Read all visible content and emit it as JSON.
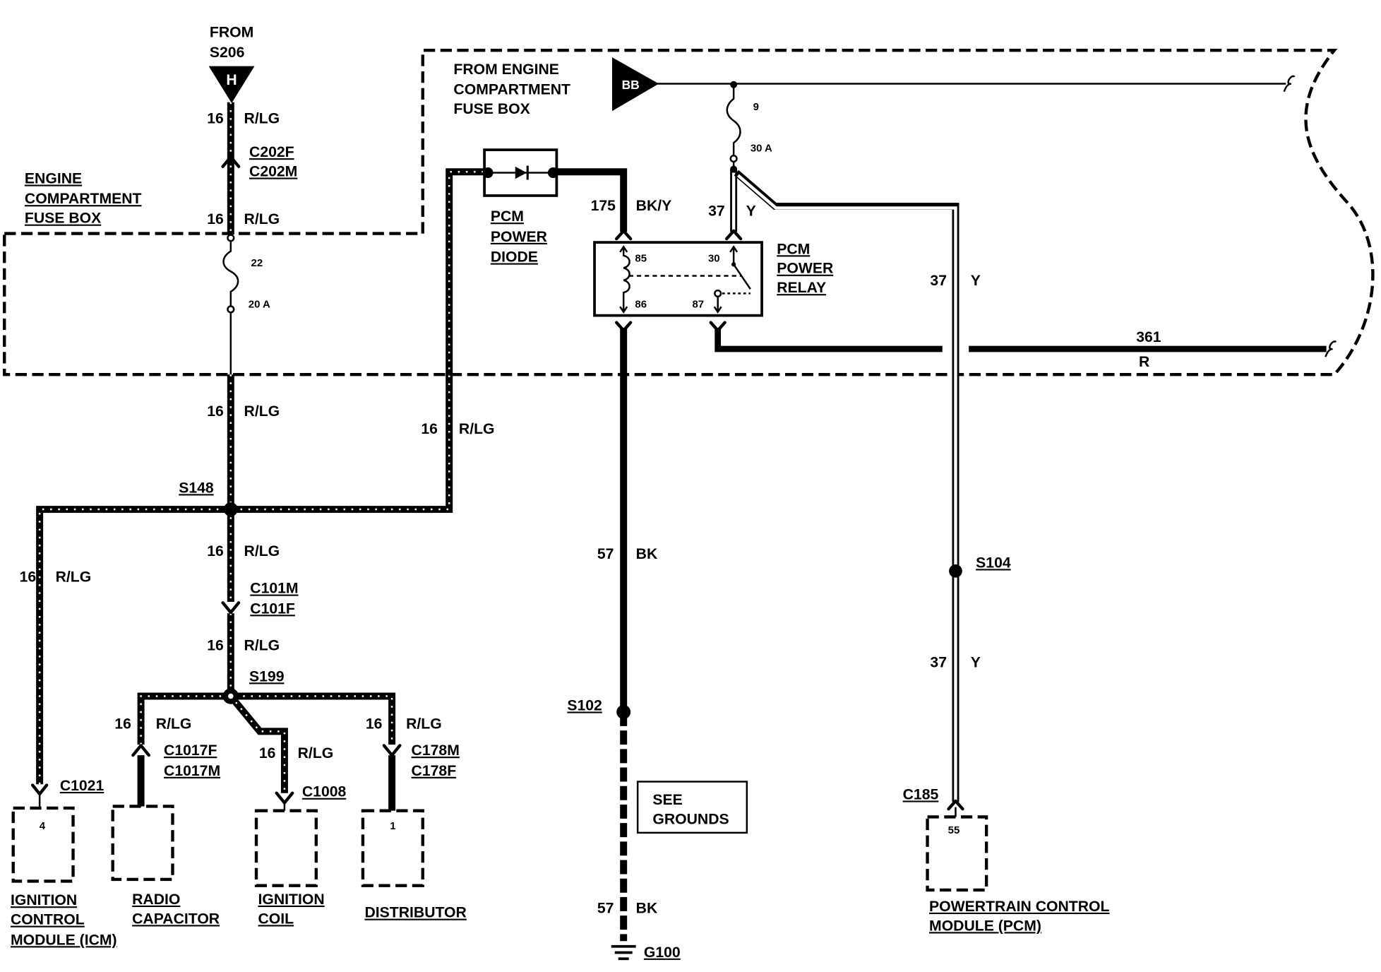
{
  "source_h": {
    "from": "FROM",
    "splice": "S206",
    "letter": "H"
  },
  "source_bb": {
    "letter": "BB",
    "label": [
      "FROM ENGINE",
      "COMPARTMENT",
      "FUSE BOX"
    ]
  },
  "fuse_box": {
    "label": [
      "ENGINE",
      "COMPARTMENT",
      "FUSE BOX"
    ]
  },
  "fuses": [
    {
      "number": "22",
      "rating": "20 A"
    },
    {
      "number": "9",
      "rating": "30 A"
    }
  ],
  "wires": [
    {
      "circuit": "16",
      "color": "R/LG"
    },
    {
      "circuit": "16",
      "color": "R/LG"
    },
    {
      "circuit": "16",
      "color": "R/LG"
    },
    {
      "circuit": "16",
      "color": "R/LG"
    },
    {
      "circuit": "16",
      "color": "R/LG"
    },
    {
      "circuit": "16",
      "color": "R/LG"
    },
    {
      "circuit": "16",
      "color": "R/LG"
    },
    {
      "circuit": "16",
      "color": "R/LG"
    },
    {
      "circuit": "16",
      "color": "R/LG"
    },
    {
      "circuit": "16",
      "color": "R/LG"
    },
    {
      "circuit": "175",
      "color": "BK/Y"
    },
    {
      "circuit": "37",
      "color": "Y"
    },
    {
      "circuit": "37",
      "color": "Y"
    },
    {
      "circuit": "37",
      "color": "Y"
    },
    {
      "circuit": "57",
      "color": "BK"
    },
    {
      "circuit": "57",
      "color": "BK"
    },
    {
      "circuit": "361",
      "color": "R"
    }
  ],
  "connectors": [
    "C202F",
    "C202M",
    "C101M",
    "C101F",
    "C1017F",
    "C1017M",
    "C1008",
    "C178M",
    "C178F",
    "C1021",
    "C185"
  ],
  "splices": [
    "S148",
    "S199",
    "S102",
    "S104"
  ],
  "diode": {
    "label": [
      "PCM",
      "POWER",
      "DIODE"
    ]
  },
  "relay": {
    "label": [
      "PCM",
      "POWER",
      "RELAY"
    ],
    "pins": {
      "p85": "85",
      "p86": "86",
      "p30": "30",
      "p87": "87"
    }
  },
  "components": [
    {
      "pin": "4",
      "name": [
        "IGNITION",
        "CONTROL",
        "MODULE (ICM)"
      ]
    },
    {
      "name": [
        "RADIO",
        "CAPACITOR"
      ]
    },
    {
      "name": [
        "IGNITION",
        "COIL"
      ]
    },
    {
      "pin": "1",
      "name": [
        "DISTRIBUTOR"
      ]
    },
    {
      "pin": "55",
      "name": [
        "POWERTRAIN CONTROL",
        "MODULE (PCM)"
      ]
    }
  ],
  "ground": {
    "note": [
      "SEE",
      "GROUNDS"
    ],
    "id": "G100"
  }
}
